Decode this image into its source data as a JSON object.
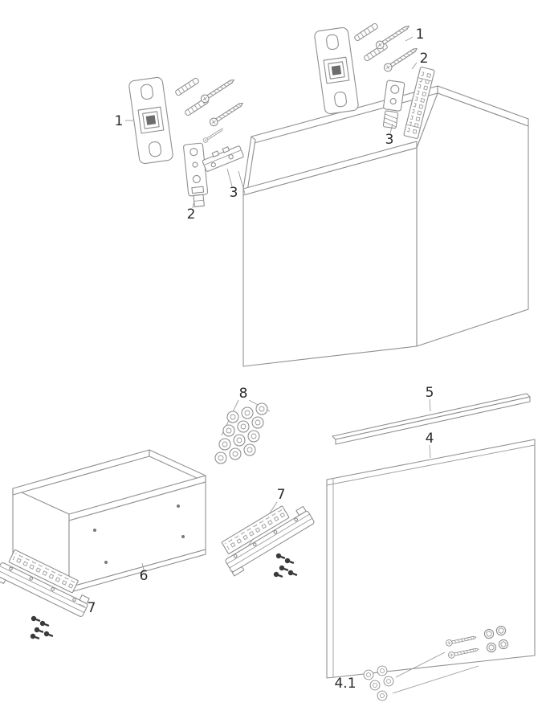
{
  "page": {
    "background": "#ffffff",
    "line_color": "#8f8f8f",
    "label_color": "#2a2a2a",
    "type": "exploded-parts-assembly-diagram"
  },
  "diagram": {
    "labels": {
      "left_plate": "1",
      "left_bracket": "2",
      "left_clip": "3",
      "right_plate": "1",
      "right_rail": "2",
      "right_hinge": "3",
      "front_panel": "4",
      "panel_fasteners": "4.1",
      "top_trim": "5",
      "drawer": "6",
      "drawer_rail_right": "7",
      "drawer_rail_left": "7",
      "cover_caps": "8"
    }
  }
}
